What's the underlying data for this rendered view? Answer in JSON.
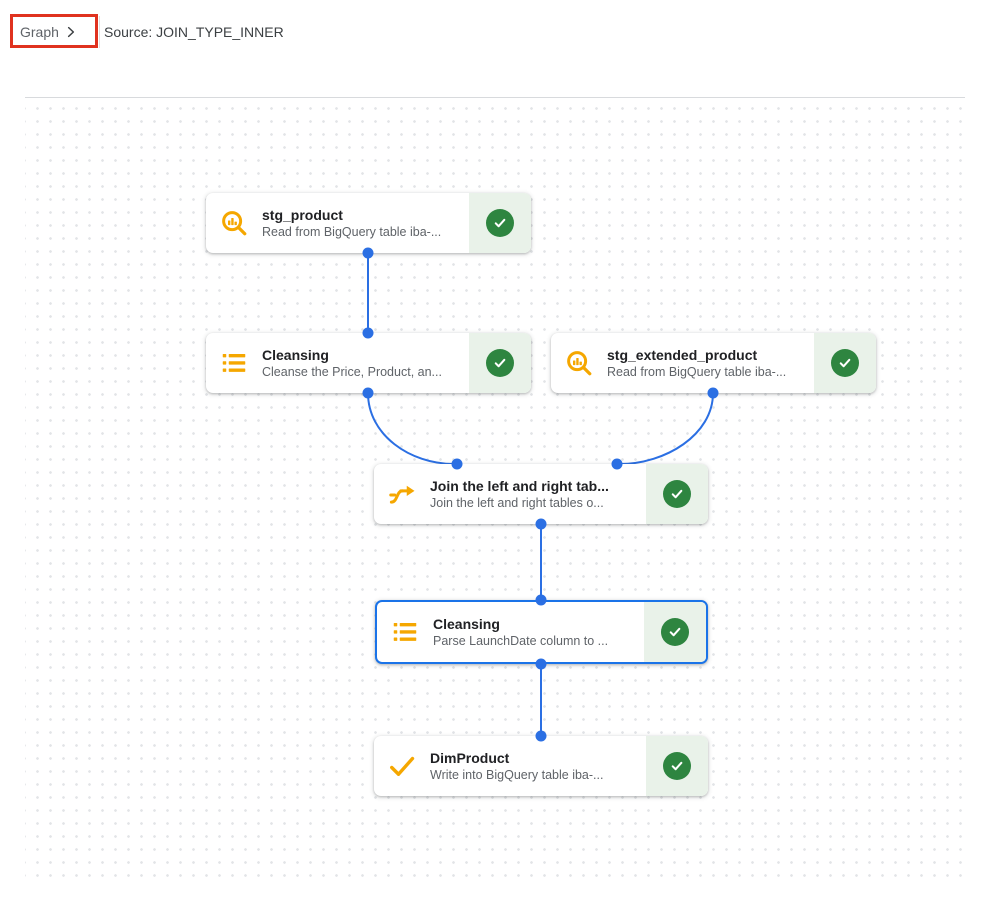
{
  "breadcrumb": {
    "graph": "Graph",
    "source": "Source: JOIN_TYPE_INNER"
  },
  "toolbar": {
    "buttons": [
      {
        "icon": "zoom-in-icon",
        "action": "zoom-in"
      },
      {
        "icon": "zoom-out-icon",
        "action": "zoom-out"
      },
      {
        "icon": "zoom-reset-icon",
        "action": "zoom-reset"
      }
    ]
  },
  "colors": {
    "edge_blue": "#2b6fe3",
    "selection_blue": "#1a73e8",
    "node_icon_amber": "#f5a700",
    "status_green": "#2e8540",
    "status_bg_green": "#e9f2e9",
    "annotation_red": "#e0321f"
  },
  "nodes": [
    {
      "title": "stg_product",
      "subtitle": "Read from BigQuery table iba-...",
      "icon": "bigquery-read-icon",
      "status": "success",
      "selected": false
    },
    {
      "title": "Cleansing",
      "subtitle": "Cleanse the Price, Product, an...",
      "icon": "list-icon",
      "status": "success",
      "selected": false
    },
    {
      "title": "stg_extended_product",
      "subtitle": "Read from BigQuery table iba-...",
      "icon": "bigquery-read-icon",
      "status": "success",
      "selected": false
    },
    {
      "title": "Join the left and right tab...",
      "subtitle": "Join the left and right tables o...",
      "icon": "join-icon",
      "status": "success",
      "selected": false
    },
    {
      "title": "Cleansing",
      "subtitle": "Parse LaunchDate column to ...",
      "icon": "list-icon",
      "status": "success",
      "selected": true
    },
    {
      "title": "DimProduct",
      "subtitle": "Write into BigQuery table iba-...",
      "icon": "check-icon",
      "status": "success",
      "selected": false
    }
  ]
}
